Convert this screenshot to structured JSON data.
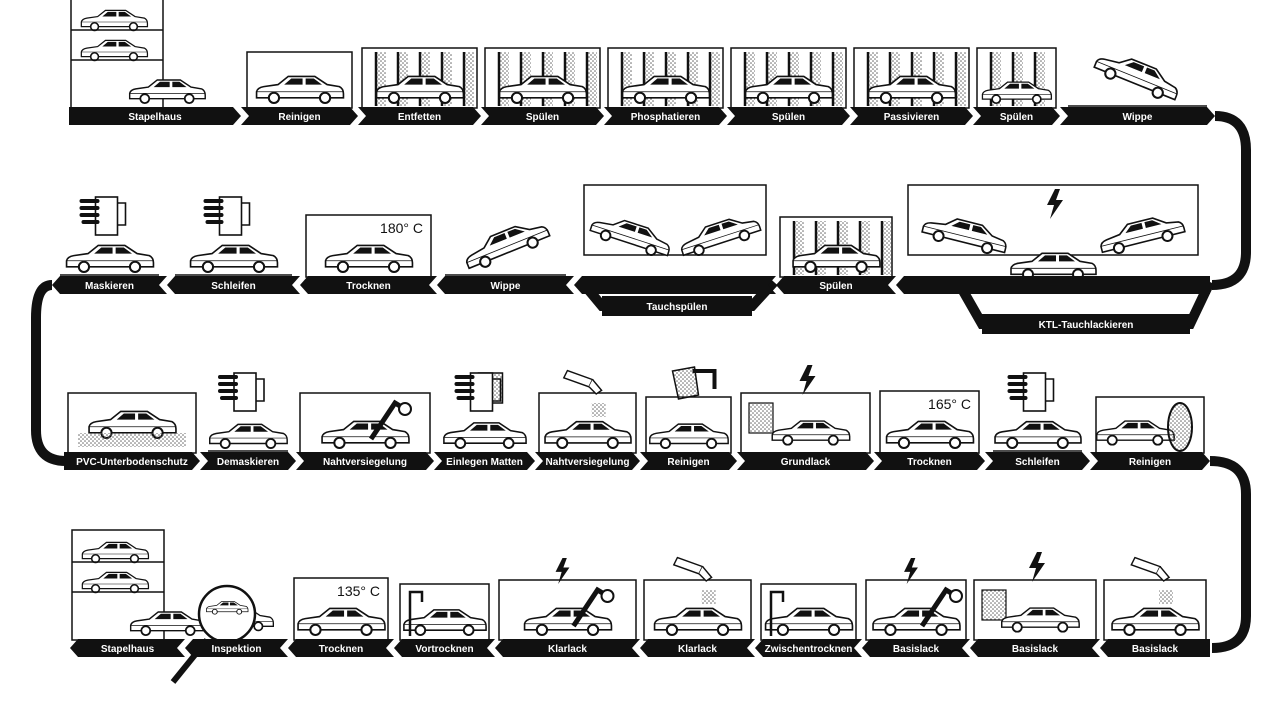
{
  "colors": {
    "ink": "#111111",
    "paper": "#ffffff",
    "dots": "#777777"
  },
  "rows": [
    {
      "direction": "right",
      "stations": [
        {
          "label": "Stapelhaus",
          "icon": "stack-house-icon"
        },
        {
          "label": "Reinigen",
          "icon": "cleaning-booth-icon"
        },
        {
          "label": "Entfetten",
          "icon": "degrease-spray-icon"
        },
        {
          "label": "Spülen",
          "icon": "rinse-spray-icon"
        },
        {
          "label": "Phosphatieren",
          "icon": "phosphate-spray-icon"
        },
        {
          "label": "Spülen",
          "icon": "rinse-spray-icon"
        },
        {
          "label": "Passivieren",
          "icon": "passivate-spray-icon"
        },
        {
          "label": "Spülen",
          "icon": "rinse-spray-icon"
        },
        {
          "label": "Wippe",
          "icon": "tilting-car-icon"
        }
      ]
    },
    {
      "direction": "left",
      "stations": [
        {
          "label": "Maskieren",
          "icon": "masking-hand-icon"
        },
        {
          "label": "Schleifen",
          "icon": "sanding-hand-icon"
        },
        {
          "label": "Trocknen",
          "icon": "oven-icon",
          "temp": "180° C"
        },
        {
          "label": "Wippe",
          "icon": "tilting-car-icon"
        },
        {
          "label": "Tauchspülen",
          "icon": "dip-tank-icon"
        },
        {
          "label": "Spülen",
          "icon": "rinse-spray-icon"
        },
        {
          "label": "KTL-Tauchlackieren",
          "icon": "electro-dip-icon"
        }
      ]
    },
    {
      "direction": "right",
      "stations": [
        {
          "label": "PVC-Unterbodenschutz",
          "icon": "underbody-robot-icon"
        },
        {
          "label": "Demaskieren",
          "icon": "unmasking-hand-icon"
        },
        {
          "label": "Nahtversiegelung",
          "icon": "seam-robot-icon"
        },
        {
          "label": "Einlegen Matten",
          "icon": "mat-hand-icon"
        },
        {
          "label": "Nahtversiegelung",
          "icon": "seam-gun-icon"
        },
        {
          "label": "Reinigen",
          "icon": "wipe-hand-icon"
        },
        {
          "label": "Grundlack",
          "icon": "primer-spray-icon"
        },
        {
          "label": "Trocknen",
          "icon": "oven-icon",
          "temp": "165° C"
        },
        {
          "label": "Schleifen",
          "icon": "sanding-hand-icon"
        },
        {
          "label": "Reinigen",
          "icon": "feather-roller-icon"
        }
      ]
    },
    {
      "direction": "left",
      "stations": [
        {
          "label": "Stapelhaus",
          "icon": "stack-house-icon"
        },
        {
          "label": "Inspektion",
          "icon": "magnifier-icon"
        },
        {
          "label": "Trocknen",
          "icon": "oven-icon",
          "temp": "135° C"
        },
        {
          "label": "Vortrocknen",
          "icon": "pre-dry-icon"
        },
        {
          "label": "Klarlack",
          "icon": "clear-coat-robot-icon"
        },
        {
          "label": "Klarlack",
          "icon": "clear-coat-gun-icon"
        },
        {
          "label": "Zwischentrocknen",
          "icon": "flash-off-icon"
        },
        {
          "label": "Basislack",
          "icon": "base-coat-robot-icon"
        },
        {
          "label": "Basislack",
          "icon": "base-coat-electro-icon"
        },
        {
          "label": "Basislack",
          "icon": "base-coat-gun-icon"
        }
      ]
    }
  ]
}
